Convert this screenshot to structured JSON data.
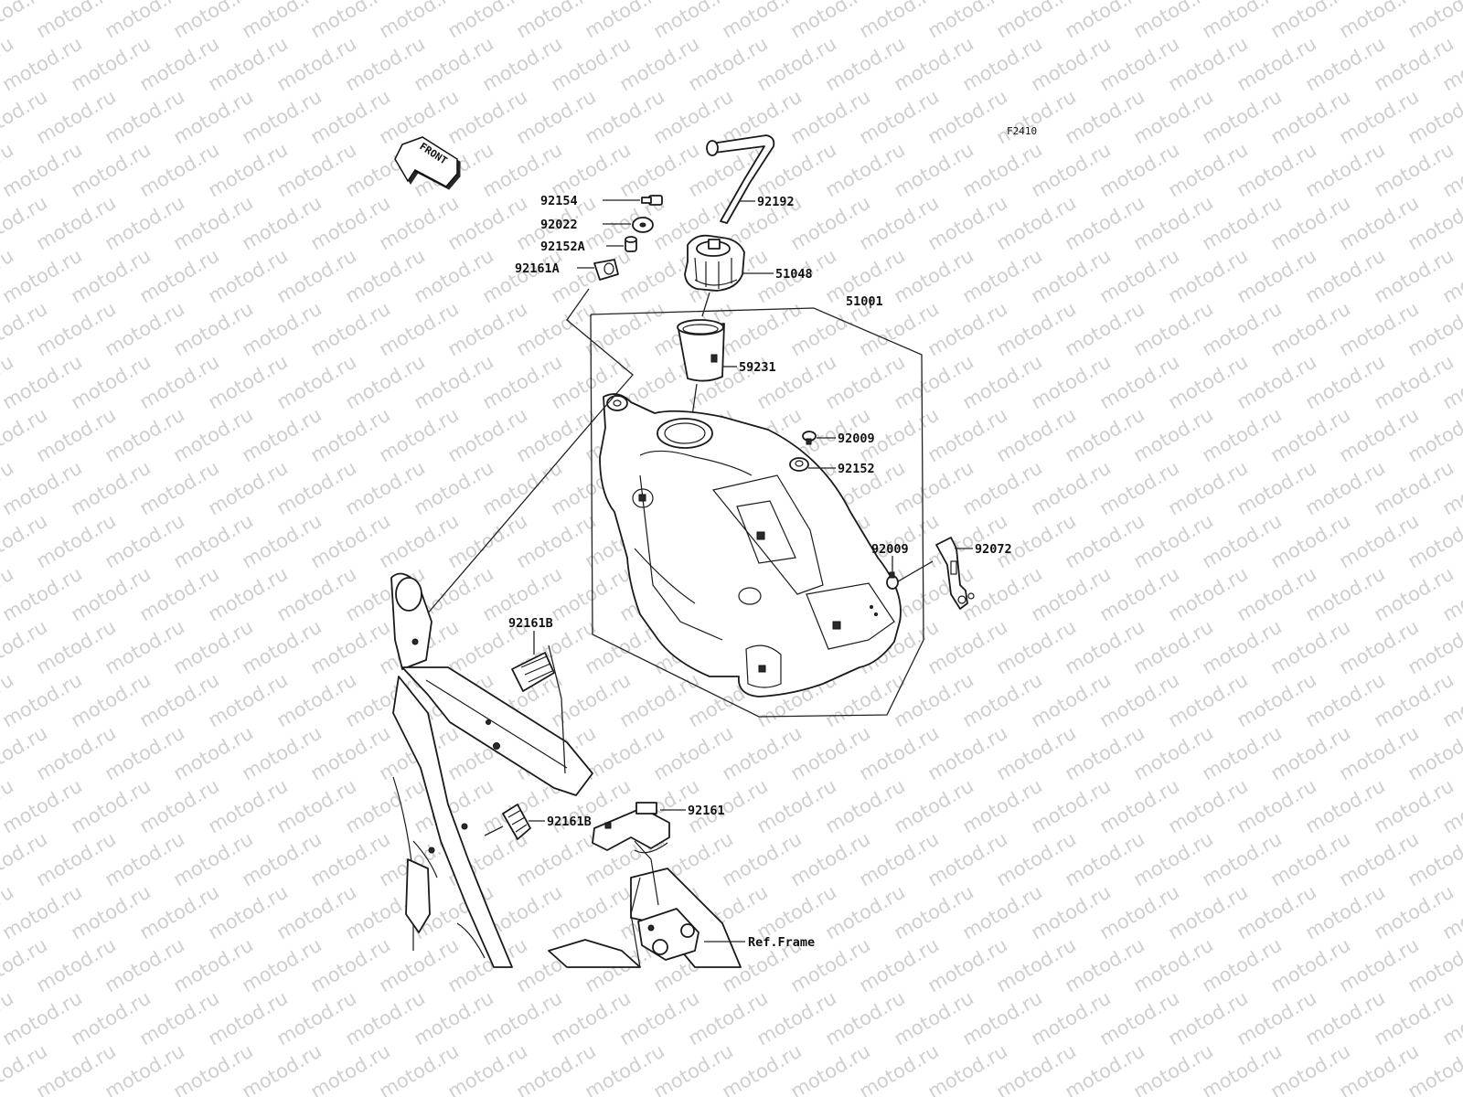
{
  "watermark": "motod.ru",
  "figure_code": "F2410",
  "front_arrow_label": "FRONT",
  "parts": {
    "p92154": "92154",
    "p92022": "92022",
    "p92152A": "92152A",
    "p92161A": "92161A",
    "p92192": "92192",
    "p51048": "51048",
    "p51001": "51001",
    "p59231": "59231",
    "p92009_top": "92009",
    "p92152": "92152",
    "p92009_side": "92009",
    "p92072": "92072",
    "p92161B_upper": "92161B",
    "p92161B_lower": "92161B",
    "p92161": "92161"
  },
  "ref_frame": "Ref.Frame",
  "colors": {
    "line": "#1a1a1a",
    "watermark": "#cfcfcf"
  }
}
